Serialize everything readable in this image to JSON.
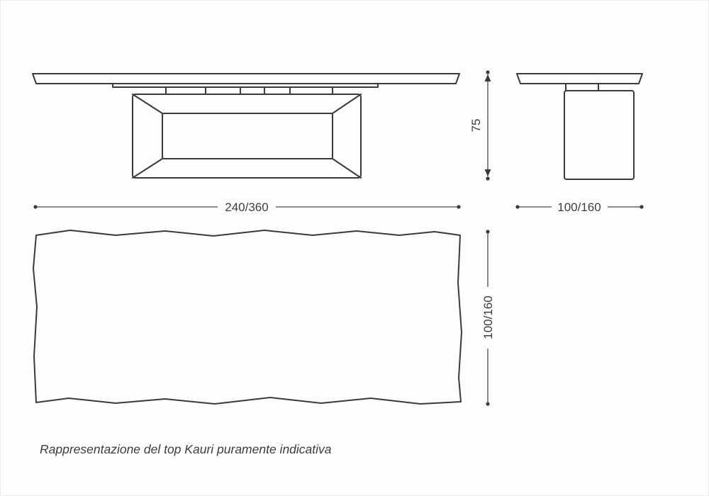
{
  "colors": {
    "background": "#fefefe",
    "line": "#3a3a3a",
    "dimension_line": "#4a4a4a",
    "text": "#3c3c3c"
  },
  "dimensions": {
    "height": "75",
    "front_width": "240/360",
    "side_depth": "100/160",
    "plan_depth": "100/160"
  },
  "caption": "Rappresentazione del top Kauri puramente indicativa"
}
